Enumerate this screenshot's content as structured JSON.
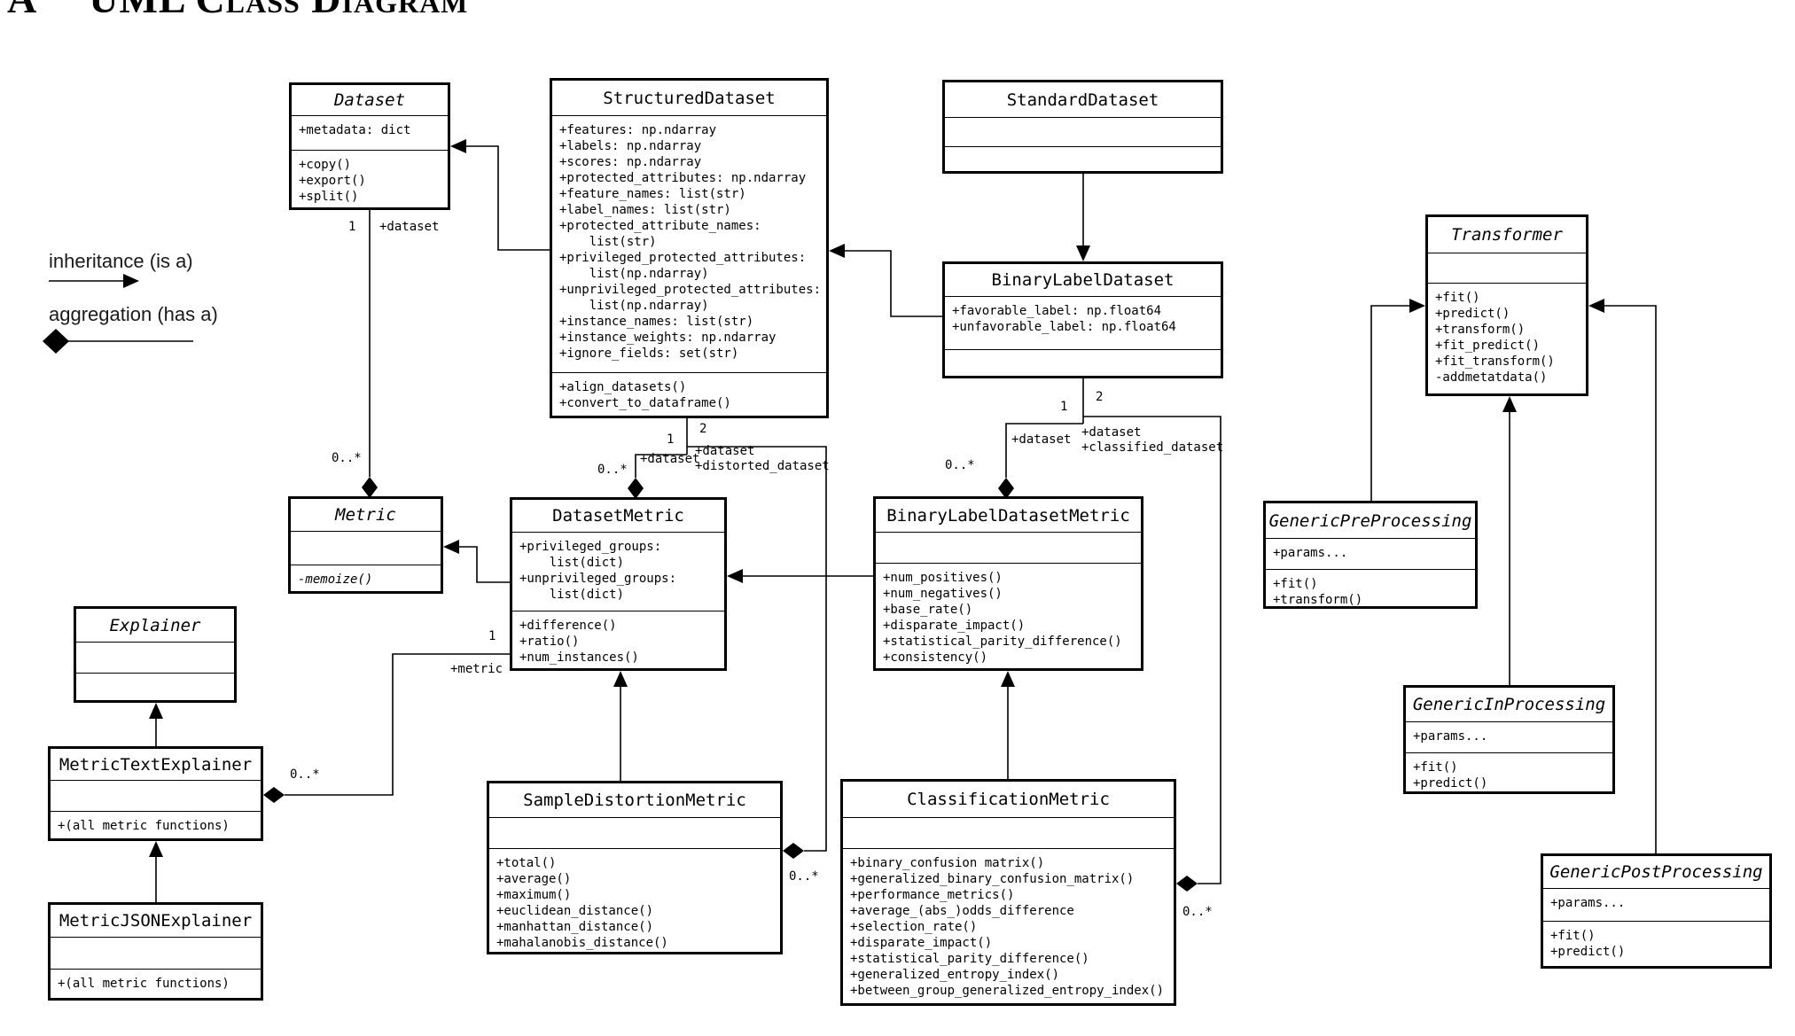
{
  "heading": {
    "letter": "A",
    "title": "UML Class Diagram"
  },
  "legend": {
    "inheritance": "inheritance (is a)",
    "aggregation": "aggregation (has a)"
  },
  "colors": {
    "line": "#000000",
    "background": "#ffffff"
  },
  "classes": {
    "dataset": {
      "title": "Dataset",
      "attributes": [
        "+metadata: dict"
      ],
      "methods": [
        "+copy()",
        "+export()",
        "+split()"
      ]
    },
    "structured_dataset": {
      "title": "StructuredDataset",
      "attributes": [
        "+features: np.ndarray",
        "+labels: np.ndarray",
        "+scores: np.ndarray",
        "+protected_attributes: np.ndarray",
        "+feature_names: list(str)",
        "+label_names: list(str)",
        "+protected_attribute_names:",
        "    list(str)",
        "+privileged_protected_attributes:",
        "    list(np.ndarray)",
        "+unprivileged_protected_attributes:",
        "    list(np.ndarray)",
        "+instance_names: list(str)",
        "+instance_weights: np.ndarray",
        "+ignore_fields: set(str)"
      ],
      "methods": [
        "+align_datasets()",
        "+convert_to_dataframe()"
      ]
    },
    "standard_dataset": {
      "title": "StandardDataset",
      "attributes": [],
      "methods": []
    },
    "binary_label_dataset": {
      "title": "BinaryLabelDataset",
      "attributes": [
        "+favorable_label: np.float64",
        "+unfavorable_label: np.float64"
      ],
      "methods": []
    },
    "transformer": {
      "title": "Transformer",
      "attributes": [],
      "methods": [
        "+fit()",
        "+predict()",
        "+transform()",
        "+fit_predict()",
        "+fit_transform()",
        "-addmetatdata()"
      ]
    },
    "generic_pre_processing": {
      "title": "GenericPreProcessing",
      "attributes": [
        "+params..."
      ],
      "methods": [
        "+fit()",
        "+transform()"
      ]
    },
    "generic_in_processing": {
      "title": "GenericInProcessing",
      "attributes": [
        "+params..."
      ],
      "methods": [
        "+fit()",
        "+predict()"
      ]
    },
    "generic_post_processing": {
      "title": "GenericPostProcessing",
      "attributes": [
        "+params..."
      ],
      "methods": [
        "+fit()",
        "+predict()"
      ]
    },
    "metric": {
      "title": "Metric",
      "attributes": [],
      "methods": [
        "-memoize()"
      ]
    },
    "dataset_metric": {
      "title": "DatasetMetric",
      "attributes": [
        "+privileged_groups:",
        "    list(dict)",
        "+unprivileged_groups:",
        "    list(dict)"
      ],
      "methods": [
        "+difference()",
        "+ratio()",
        "+num_instances()"
      ]
    },
    "binary_label_dataset_metric": {
      "title": "BinaryLabelDatasetMetric",
      "attributes": [],
      "methods": [
        "+num_positives()",
        "+num_negatives()",
        "+base_rate()",
        "+disparate_impact()",
        "+statistical_parity_difference()",
        "+consistency()"
      ]
    },
    "explainer": {
      "title": "Explainer",
      "attributes": [],
      "methods": []
    },
    "metric_text_explainer": {
      "title": "MetricTextExplainer",
      "attributes": [],
      "methods": [
        "+(all metric functions)"
      ]
    },
    "metric_json_explainer": {
      "title": "MetricJSONExplainer",
      "attributes": [],
      "methods": [
        "+(all metric functions)"
      ]
    },
    "sample_distortion_metric": {
      "title": "SampleDistortionMetric",
      "attributes": [],
      "methods": [
        "+total()",
        "+average()",
        "+maximum()",
        "+euclidean_distance()",
        "+manhattan_distance()",
        "+mahalanobis_distance()"
      ]
    },
    "classification_metric": {
      "title": "ClassificationMetric",
      "attributes": [],
      "methods": [
        "+binary_confusion matrix()",
        "+generalized_binary_confusion_matrix()",
        "+performance_metrics()",
        "+average_(abs_)odds_difference",
        "+selection_rate()",
        "+disparate_impact()",
        "+statistical_parity_difference()",
        "+generalized_entropy_index()",
        "+between_group_generalized_entropy_index()"
      ]
    }
  },
  "edge_labels": {
    "dataset_metric_mult_one": "1",
    "dataset_metric_role": "+dataset",
    "dataset_metric_mult_many": "0..*",
    "sd_stub_mult_one": "1",
    "sd_stub_mult_two": "2",
    "sd_b1_role": "+dataset",
    "sd_b1_mult": "0..*",
    "sd_b2_role": "+dataset",
    "sd_b2_role2": "+distorted_dataset",
    "sd_b2_mult": "0..*",
    "bl_stub_mult_one": "1",
    "bl_stub_mult_two": "2",
    "bl_b1_role": "+dataset",
    "bl_b1_mult": "0..*",
    "bl_b2_role": "+dataset",
    "bl_b2_role2": "+classified_dataset",
    "bl_b2_mult": "0..*",
    "mte_mult": "0..*",
    "mte_metric_mult_one": "1",
    "mte_metric_role": "+metric"
  }
}
